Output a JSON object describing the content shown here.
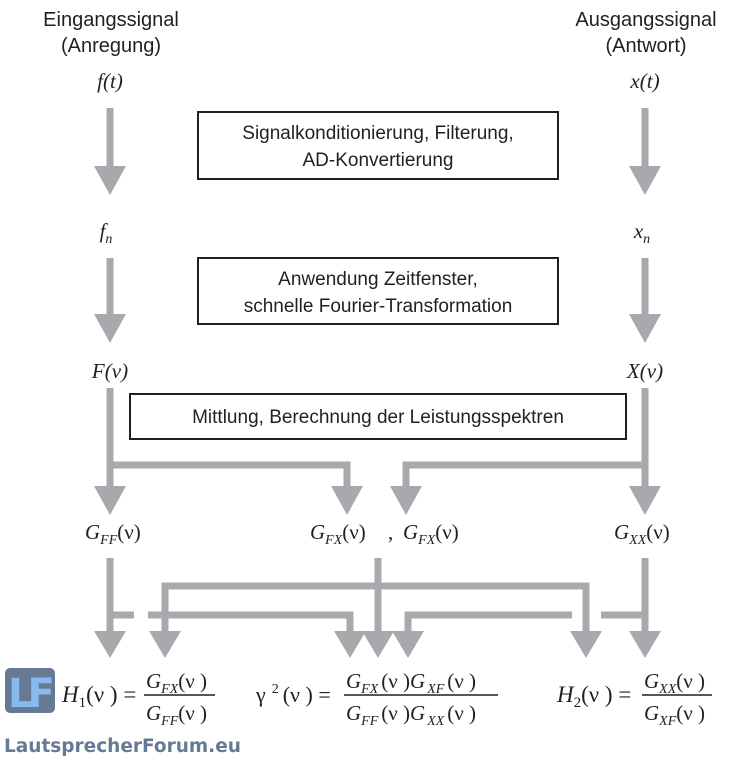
{
  "input": {
    "title": "Eingangssignal",
    "subtitle": "(Anregung)",
    "time_signal": "f(t)",
    "sampled_base": "f",
    "sampled_sub": "n",
    "spectrum": "F(ν)"
  },
  "output": {
    "title": "Ausgangssignal",
    "subtitle": "(Antwort)",
    "time_signal": "x(t)",
    "sampled_base": "x",
    "sampled_sub": "n",
    "spectrum": "X(ν)"
  },
  "steps": [
    {
      "lines": [
        "Signalkonditionierung, Filterung,",
        "AD-Konvertierung"
      ]
    },
    {
      "lines": [
        "Anwendung Zeitfenster,",
        "schnelle Fourier-Transformation"
      ]
    },
    {
      "lines": [
        "Mittlung, Berechnung der Leistungsspektren"
      ]
    }
  ],
  "spectra": {
    "gff": {
      "base": "G",
      "sub": "FF",
      "arg": "(ν)"
    },
    "gfx1": {
      "base": "G",
      "sub": "FX",
      "arg": "(ν)"
    },
    "separator": ",",
    "gfx2": {
      "base": "G",
      "sub": "FX",
      "arg": "(ν)"
    },
    "gxx": {
      "base": "G",
      "sub": "XX",
      "arg": "(ν)"
    }
  },
  "formulas": {
    "h1": {
      "lhs_base": "H",
      "lhs_sub": "1",
      "lhs_arg": "(ν ) =",
      "num_base": "G",
      "num_sub": "FX",
      "num_arg": "(ν )",
      "den_base": "G",
      "den_sub": "FF",
      "den_arg": "(ν )"
    },
    "coherence": {
      "lhs_base": "γ",
      "lhs_sup": "2",
      "lhs_arg": "(ν ) =",
      "num": [
        {
          "base": "G",
          "sub": "FX",
          "arg": "(ν )"
        },
        {
          "base": "G",
          "sub": "XF",
          "arg": "(ν )"
        }
      ],
      "den": [
        {
          "base": "G",
          "sub": "FF",
          "arg": "(ν )"
        },
        {
          "base": "G",
          "sub": "XX",
          "arg": "(ν )"
        }
      ]
    },
    "h2": {
      "lhs_base": "H",
      "lhs_sub": "2",
      "lhs_arg": "(ν ) =",
      "num_base": "G",
      "num_sub": "XX",
      "num_arg": "(ν )",
      "den_base": "G",
      "den_sub": "XF",
      "den_arg": "(ν )"
    }
  },
  "watermark": {
    "logo_letters": "LF",
    "text": "LautsprecherForum.eu"
  },
  "colors": {
    "arrow": "#a7a9ac",
    "text": "#231f20",
    "logo_bg": "#5b6f8c",
    "logo_letters": "#7fb5ee"
  }
}
